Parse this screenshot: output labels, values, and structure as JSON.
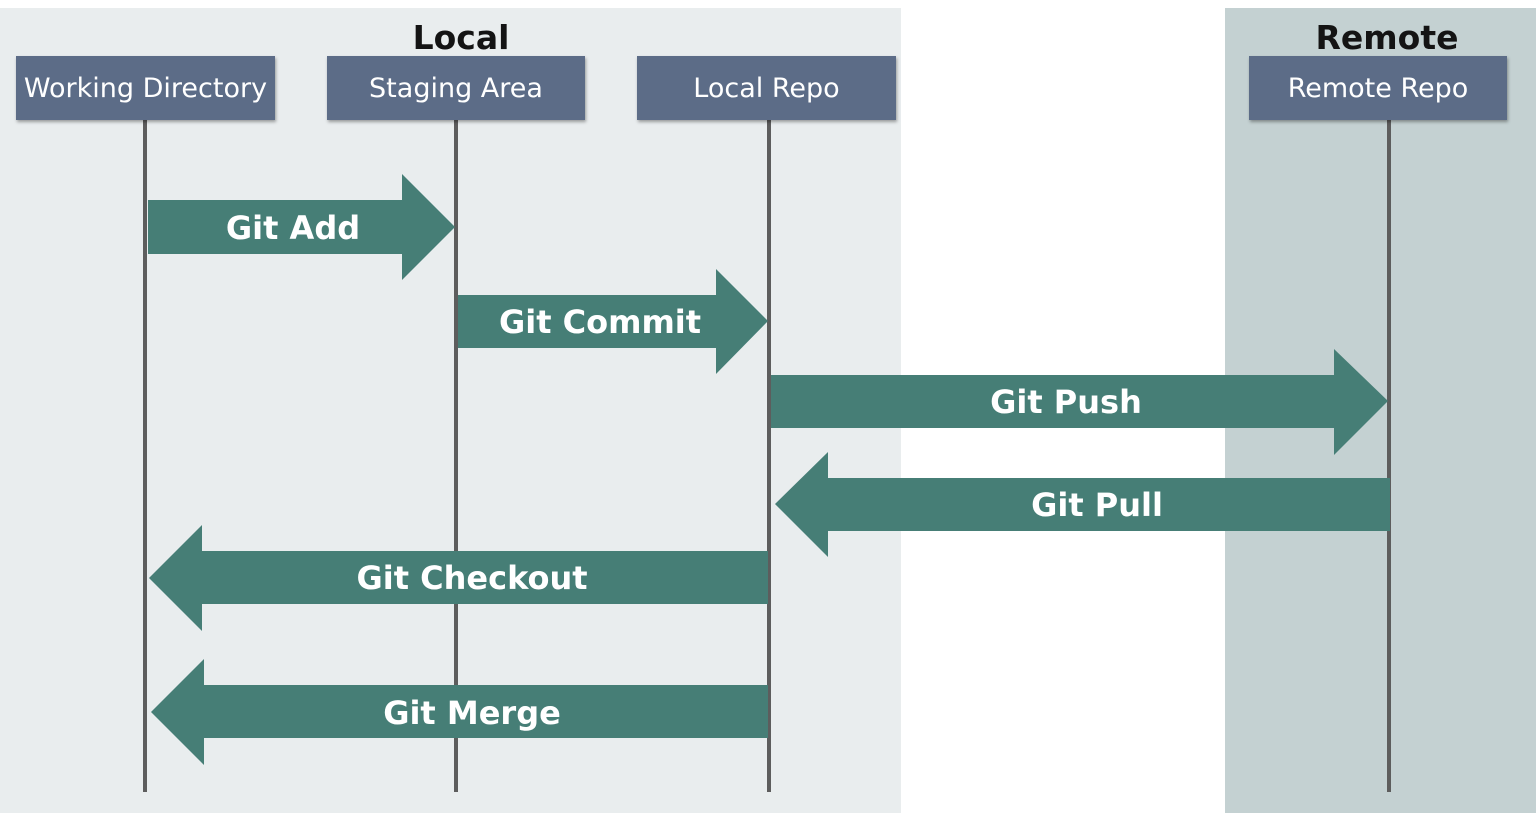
{
  "colors": {
    "local_bg": "#e9edee",
    "remote_bg": "#c4d1d2",
    "node_bg": "#5c6c87",
    "arrow": "#467e76",
    "lifeline": "#5d5d5d"
  },
  "regions": {
    "local": {
      "title": "Local"
    },
    "remote": {
      "title": "Remote"
    }
  },
  "nodes": [
    {
      "id": "working",
      "label": "Working Directory"
    },
    {
      "id": "staging",
      "label": "Staging Area"
    },
    {
      "id": "localrepo",
      "label": "Local Repo"
    },
    {
      "id": "remoterepo",
      "label": "Remote Repo"
    }
  ],
  "operations": [
    {
      "label": "Git Add",
      "from": "working",
      "to": "staging"
    },
    {
      "label": "Git Commit",
      "from": "staging",
      "to": "localrepo"
    },
    {
      "label": "Git Push",
      "from": "localrepo",
      "to": "remoterepo"
    },
    {
      "label": "Git Pull",
      "from": "remoterepo",
      "to": "localrepo"
    },
    {
      "label": "Git Checkout",
      "from": "localrepo",
      "to": "working"
    },
    {
      "label": "Git Merge",
      "from": "localrepo",
      "to": "working"
    }
  ]
}
